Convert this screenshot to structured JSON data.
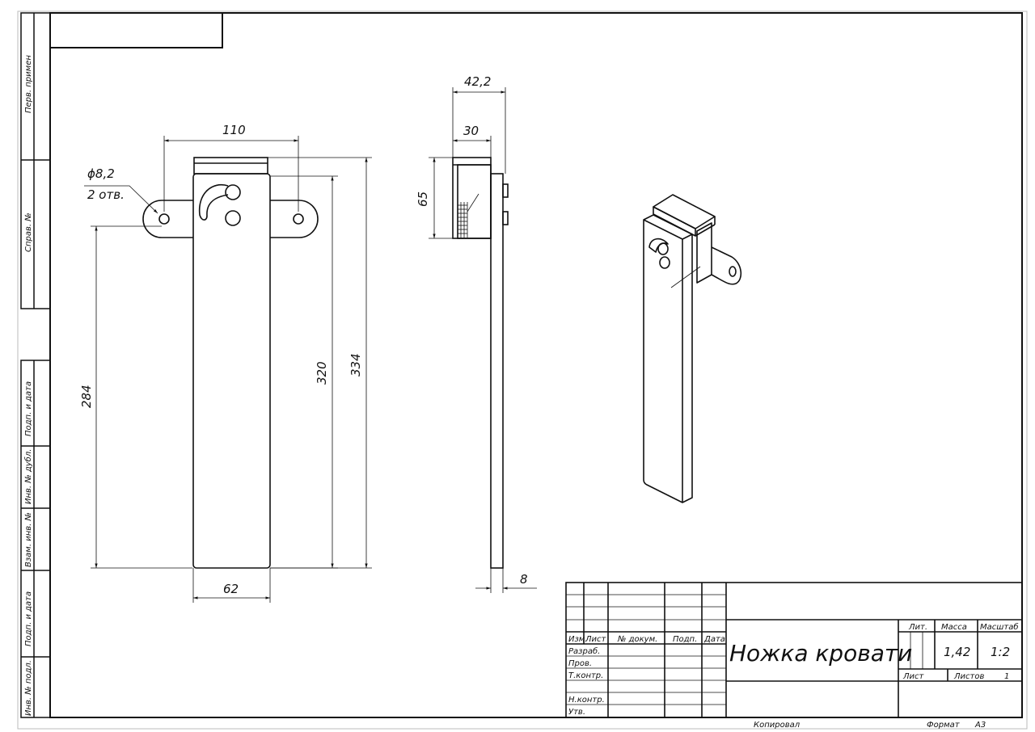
{
  "drawing": {
    "side_stamp": [
      "Перв. примен",
      "Справ. №",
      "Подп. и дата",
      "Инв. № дубл.",
      "Взам. инв. №",
      "Подп. и дата",
      "Инв. № подл."
    ],
    "dimensions": {
      "hole_dia": "ϕ8,2",
      "hole_count": "2 отв.",
      "hole_spacing": "110",
      "hole_height": "284",
      "inner_length": "320",
      "overall_length": "334",
      "plate_width": "62",
      "side_depth": "42,2",
      "block_depth": "30",
      "block_height": "65",
      "thickness": "8"
    },
    "title_block": {
      "col_izm": "Изм.",
      "col_list": "Лист",
      "col_doc": "№ докум.",
      "col_sign": "Подп.",
      "col_date": "Дата",
      "razrab": "Разраб.",
      "prov": "Пров.",
      "tkontr": "Т.контр.",
      "nkontr": "Н.контр.",
      "utv": "Утв.",
      "title": "Ножка кровати",
      "lit": "Лит.",
      "massa_label": "Масса",
      "masshtab_label": "Масштаб",
      "massa": "1,42",
      "masshtab": "1:2",
      "list": "Лист",
      "listov": "Листов",
      "listov_value": "1",
      "kopiroval": "Копировал",
      "format": "Формат",
      "format_value": "A3"
    }
  }
}
